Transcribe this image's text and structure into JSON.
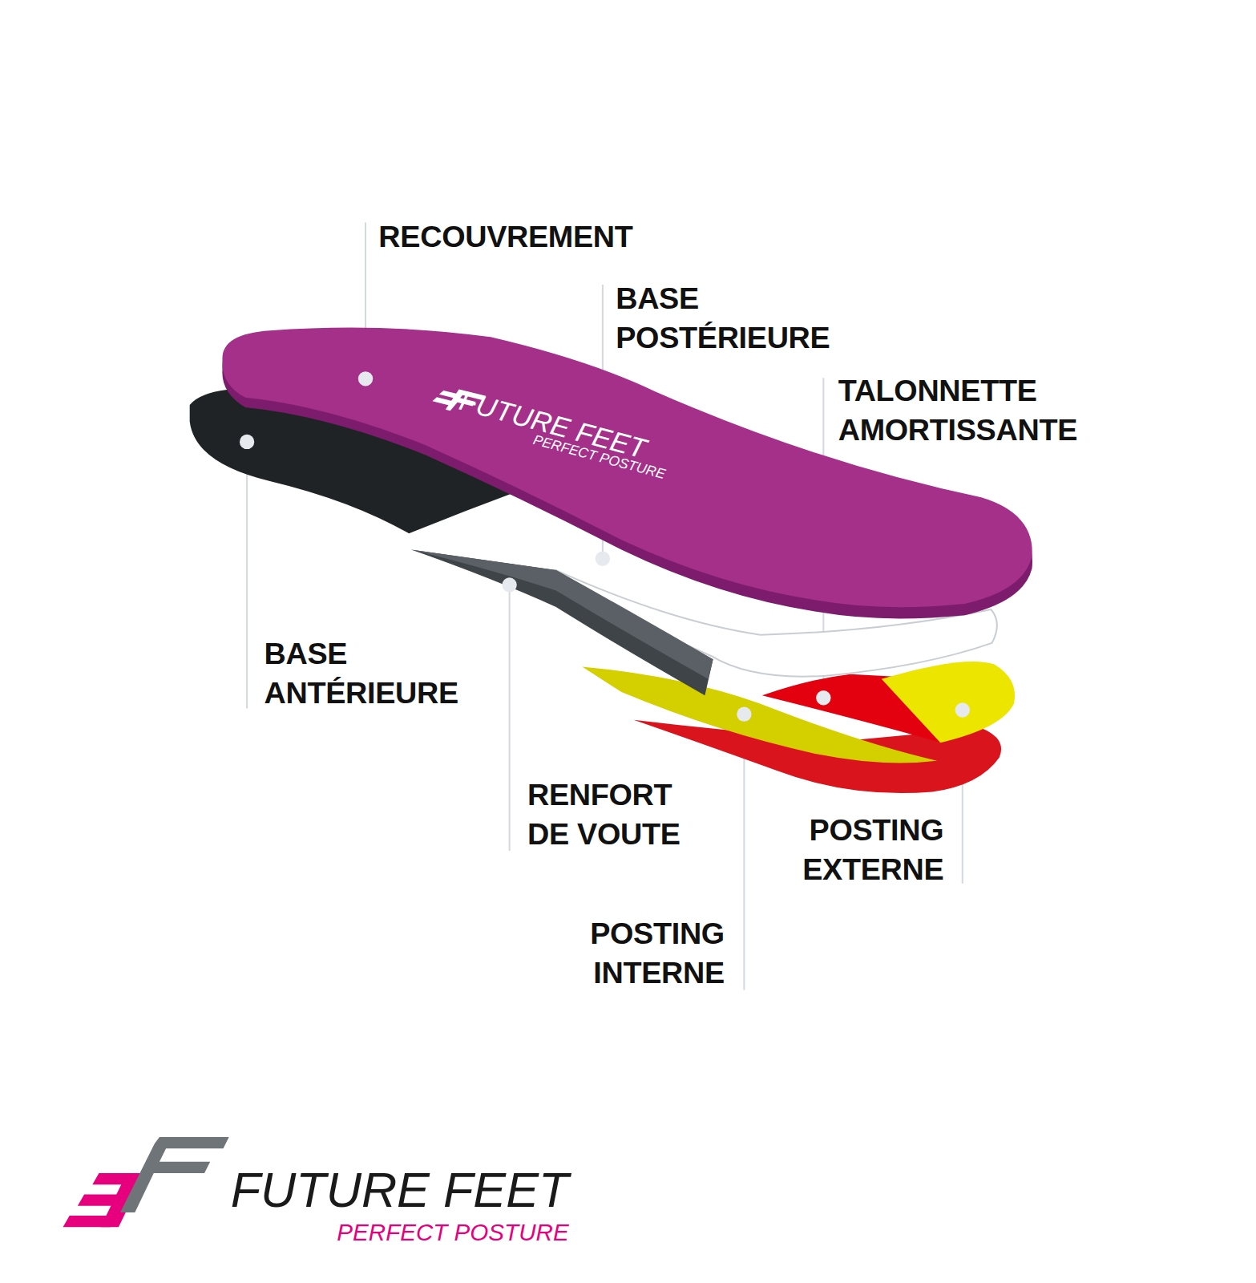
{
  "diagram": {
    "labels": [
      "RECOUVREMENT",
      "BASE POSTÉRIEURE",
      "TALONNETTE AMORTISSANTE",
      "FUTURE FEET",
      "PERFECT POSTURE",
      "BASE ANTÉRIEURE",
      "RENFORT DE VOUTE",
      "POSTING EXTERNE",
      "POSTING INTERNE",
      "FUTURE FEET",
      "PERFECT POSTURE"
    ]
  }
}
